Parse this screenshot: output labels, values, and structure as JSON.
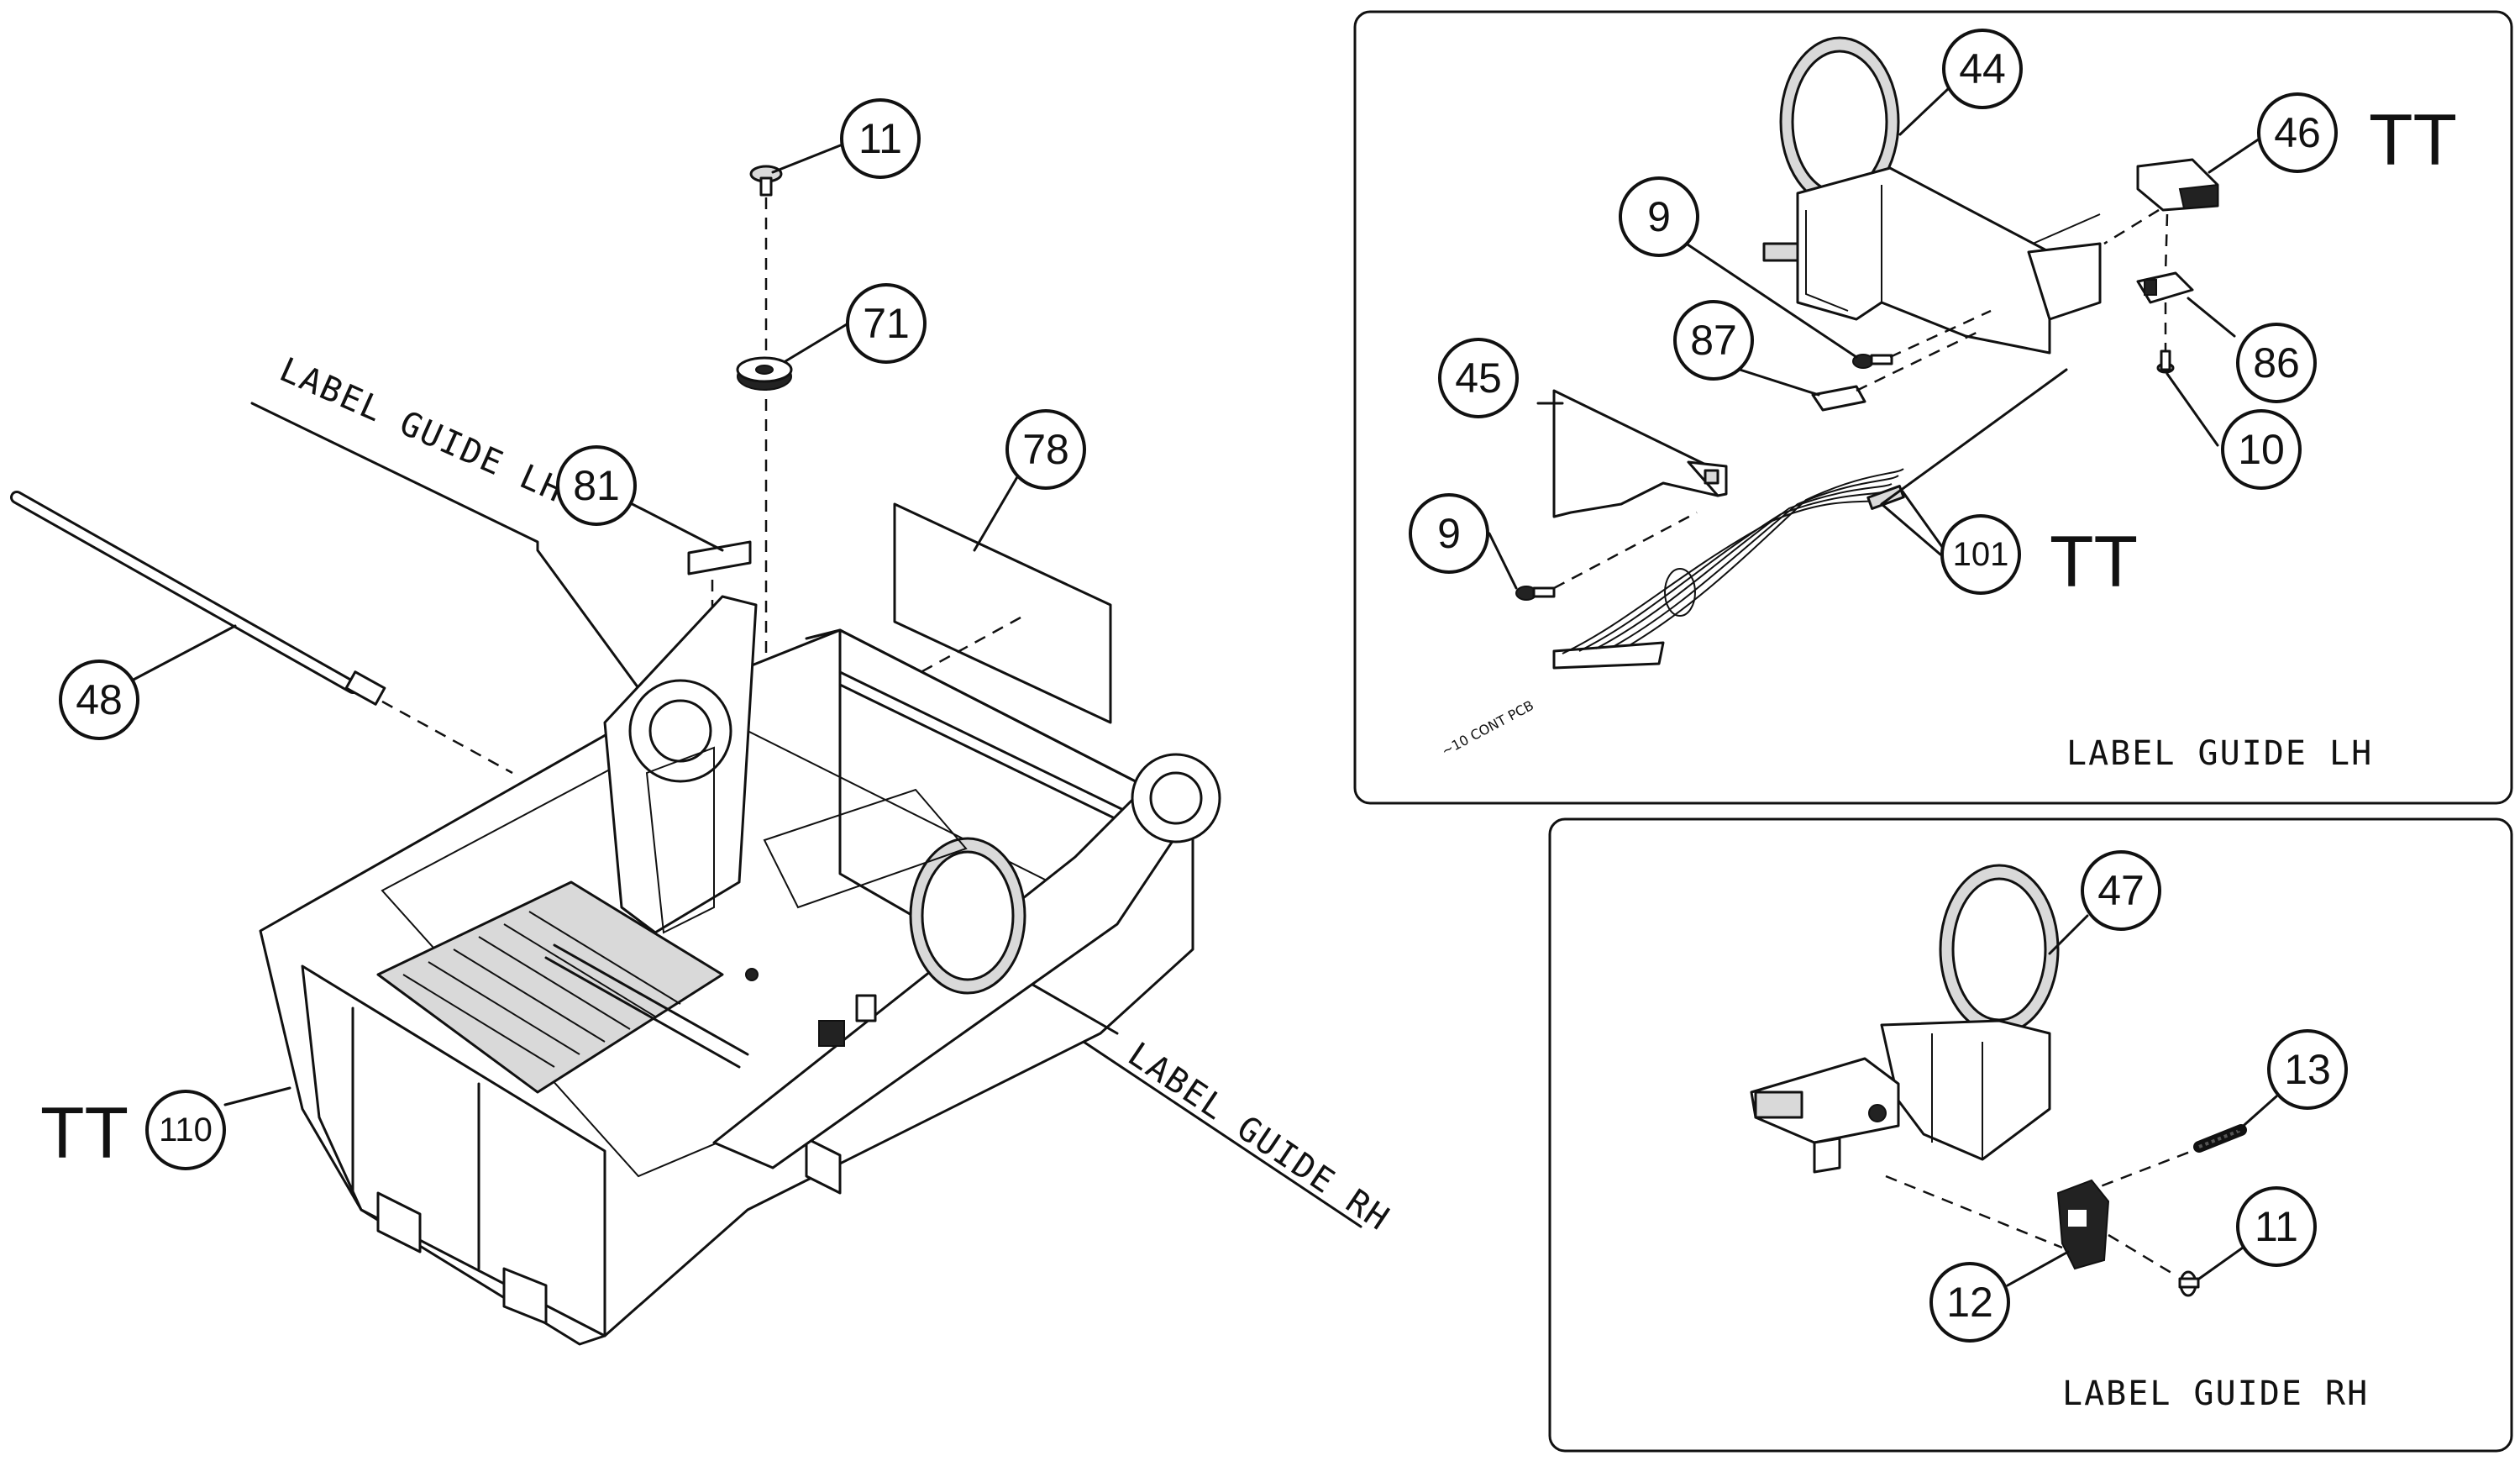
{
  "main_diagram": {
    "guide_label_lh": "LABEL GUIDE LH",
    "guide_label_rh": "LABEL GUIDE RH",
    "tt_label": "TT",
    "callouts": {
      "c11": "11",
      "c71": "71",
      "c81": "81",
      "c78": "78",
      "c48": "48",
      "c110": "110"
    }
  },
  "panel_lh": {
    "title": "LABEL GUIDE LH",
    "tt_46": "TT",
    "tt_101": "TT",
    "pcb_note": "~10 CONT PCB",
    "callouts": {
      "c44": "44",
      "c46": "46",
      "c9a": "9",
      "c87": "87",
      "c86": "86",
      "c45": "45",
      "c10": "10",
      "c9b": "9",
      "c101": "101"
    }
  },
  "panel_rh": {
    "title": "LABEL GUIDE RH",
    "callouts": {
      "c47": "47",
      "c13": "13",
      "c11": "11",
      "c12": "12"
    }
  }
}
